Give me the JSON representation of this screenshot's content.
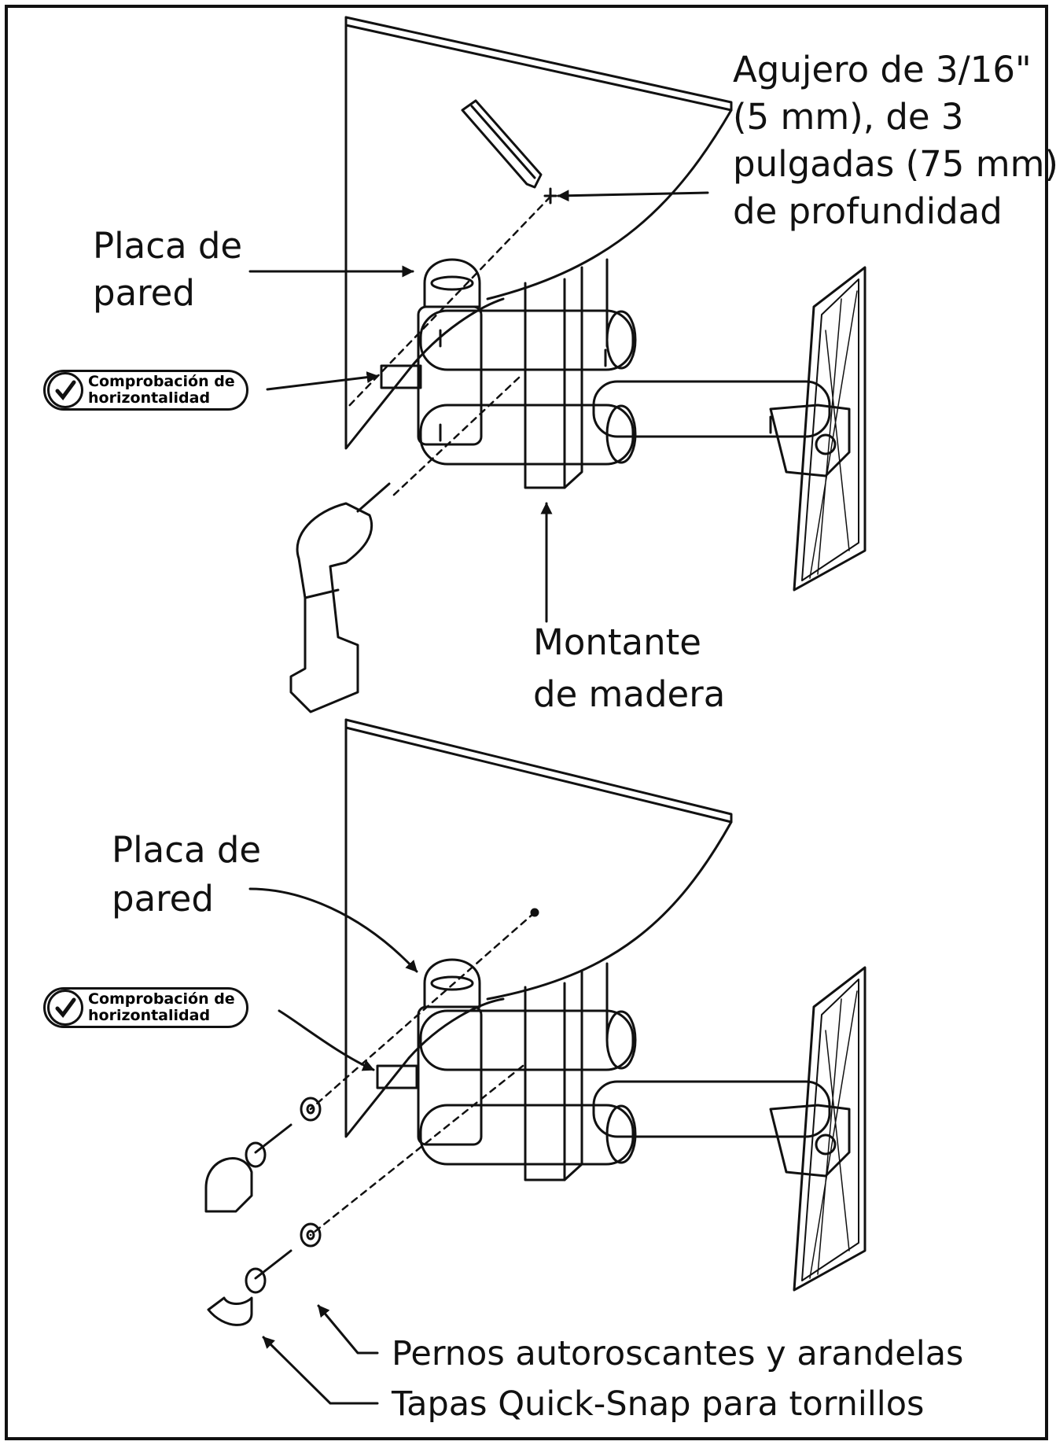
{
  "labels": {
    "hole_line1": "Agujero de 3/16\"",
    "hole_line2": "(5 mm), de 3",
    "hole_line3": "pulgadas (75 mm)",
    "hole_line4": "de profundidad",
    "wall_plate_top_1": "Placa de",
    "wall_plate_top_2": "pared",
    "level_check_top_1": "Comprobación de",
    "level_check_top_2": "horizontalidad",
    "stud_1": "Montante",
    "stud_2": "de madera",
    "wall_plate_bottom_1": "Placa de",
    "wall_plate_bottom_2": "pared",
    "level_check_bottom_1": "Comprobación de",
    "level_check_bottom_2": "horizontalidad",
    "lag_bolts": "Pernos autoroscantes y arandelas",
    "screw_caps": "Tapas Quick-Snap para tornillos"
  },
  "icons": [
    "pencil-icon",
    "drill-icon",
    "check-icon",
    "lag-bolt-icon",
    "washer-icon",
    "screw-cap-icon"
  ],
  "colors": {
    "ink": "#111111",
    "paper": "#ffffff"
  }
}
